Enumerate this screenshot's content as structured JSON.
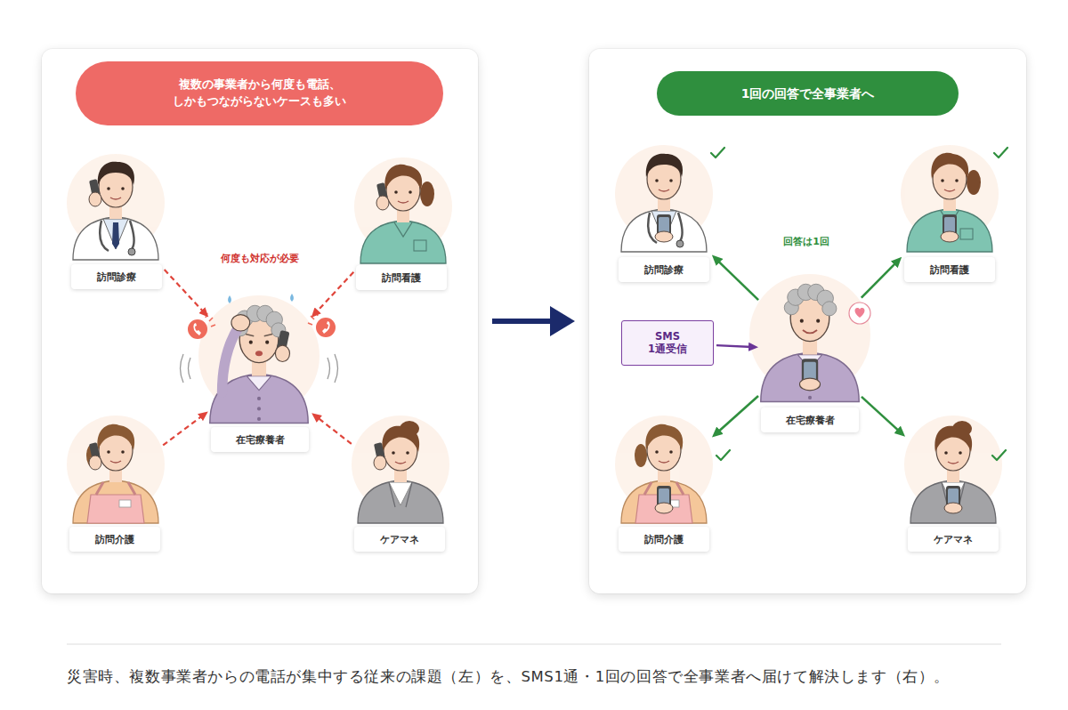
{
  "diagram": {
    "caption": "災害時、複数事業者からの電話が集中する従来の課題（左）を、SMS1通・1回の回答で全事業者へ届けて解決します（右）。",
    "nodes": [
      {
        "text": [
          "複数の事業者から何度も電話、 しかもつながらないケースも多い"
        ]
      },
      {
        "text": [
          "訪問診療"
        ],
        "in": 0
      },
      {
        "text": [
          "訪問看護"
        ],
        "in": 0
      },
      {
        "text": [
          "在宅療養者"
        ],
        "in": 0
      },
      {
        "text": [
          "訪問介護"
        ],
        "in": 0
      },
      {
        "text": [
          "ケアマネ"
        ],
        "in": 0
      },
      {
        "text": [
          "1回の回答で全事業者へ"
        ]
      },
      {
        "text": [
          "訪問診療"
        ],
        "in": 6
      },
      {
        "text": [
          "訪問看護"
        ],
        "in": 6
      },
      {
        "text": [
          "SMS 1通受信"
        ],
        "in": 6
      },
      {
        "text": [
          "在宅療養者"
        ],
        "in": 6
      },
      {
        "text": [
          "訪問介護"
        ],
        "in": 6
      },
      {
        "text": [
          "ケアマネ"
        ],
        "in": 6
      }
    ],
    "edges": [
      {
        "from": 1,
        "to": 3,
        "arrow": "to"
      },
      {
        "from": 2,
        "to": 3,
        "arrow": "to"
      },
      {
        "from": 4,
        "to": 3,
        "arrow": "to"
      },
      {
        "from": 5,
        "to": 3,
        "arrow": "to"
      },
      {
        "from": 0,
        "to": 6,
        "arrow": "to"
      },
      {
        "from": 9,
        "to": 10,
        "arrow": "to"
      },
      {
        "from": 10,
        "to": 7,
        "arrow": "to"
      },
      {
        "from": 10,
        "to": 8,
        "arrow": "to"
      },
      {
        "from": 10,
        "to": 11,
        "arrow": "to"
      },
      {
        "from": 10,
        "to": 12,
        "arrow": "to"
      }
    ],
    "labels": [
      "何度も対応が必要",
      "回答は1回"
    ]
  }
}
